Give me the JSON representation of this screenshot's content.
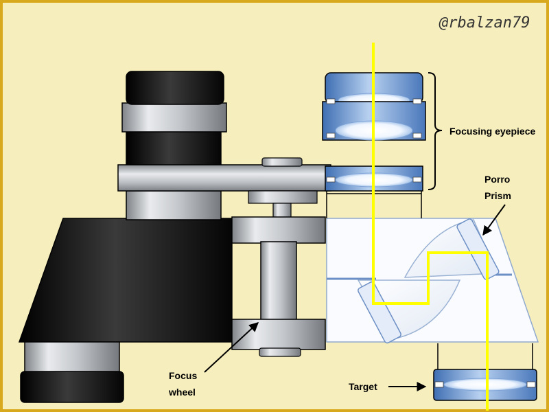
{
  "watermark": "@rbalzan79",
  "labels": {
    "focusing_eyepiece": "Focusing eyepiece",
    "porro_prism_line1": "Porro",
    "porro_prism_line2": "Prism",
    "focus_wheel_line1": "Focus",
    "focus_wheel_line2": "wheel",
    "target": "Target"
  },
  "colors": {
    "background": "#f6eebd",
    "border": "#d8a91c",
    "light_path": "#ffff00",
    "body_black": "#0a0a0a",
    "lens_blue": "#5b8fd0",
    "metal": "#b9bcc0",
    "prism_glass": "#eef3fb"
  }
}
